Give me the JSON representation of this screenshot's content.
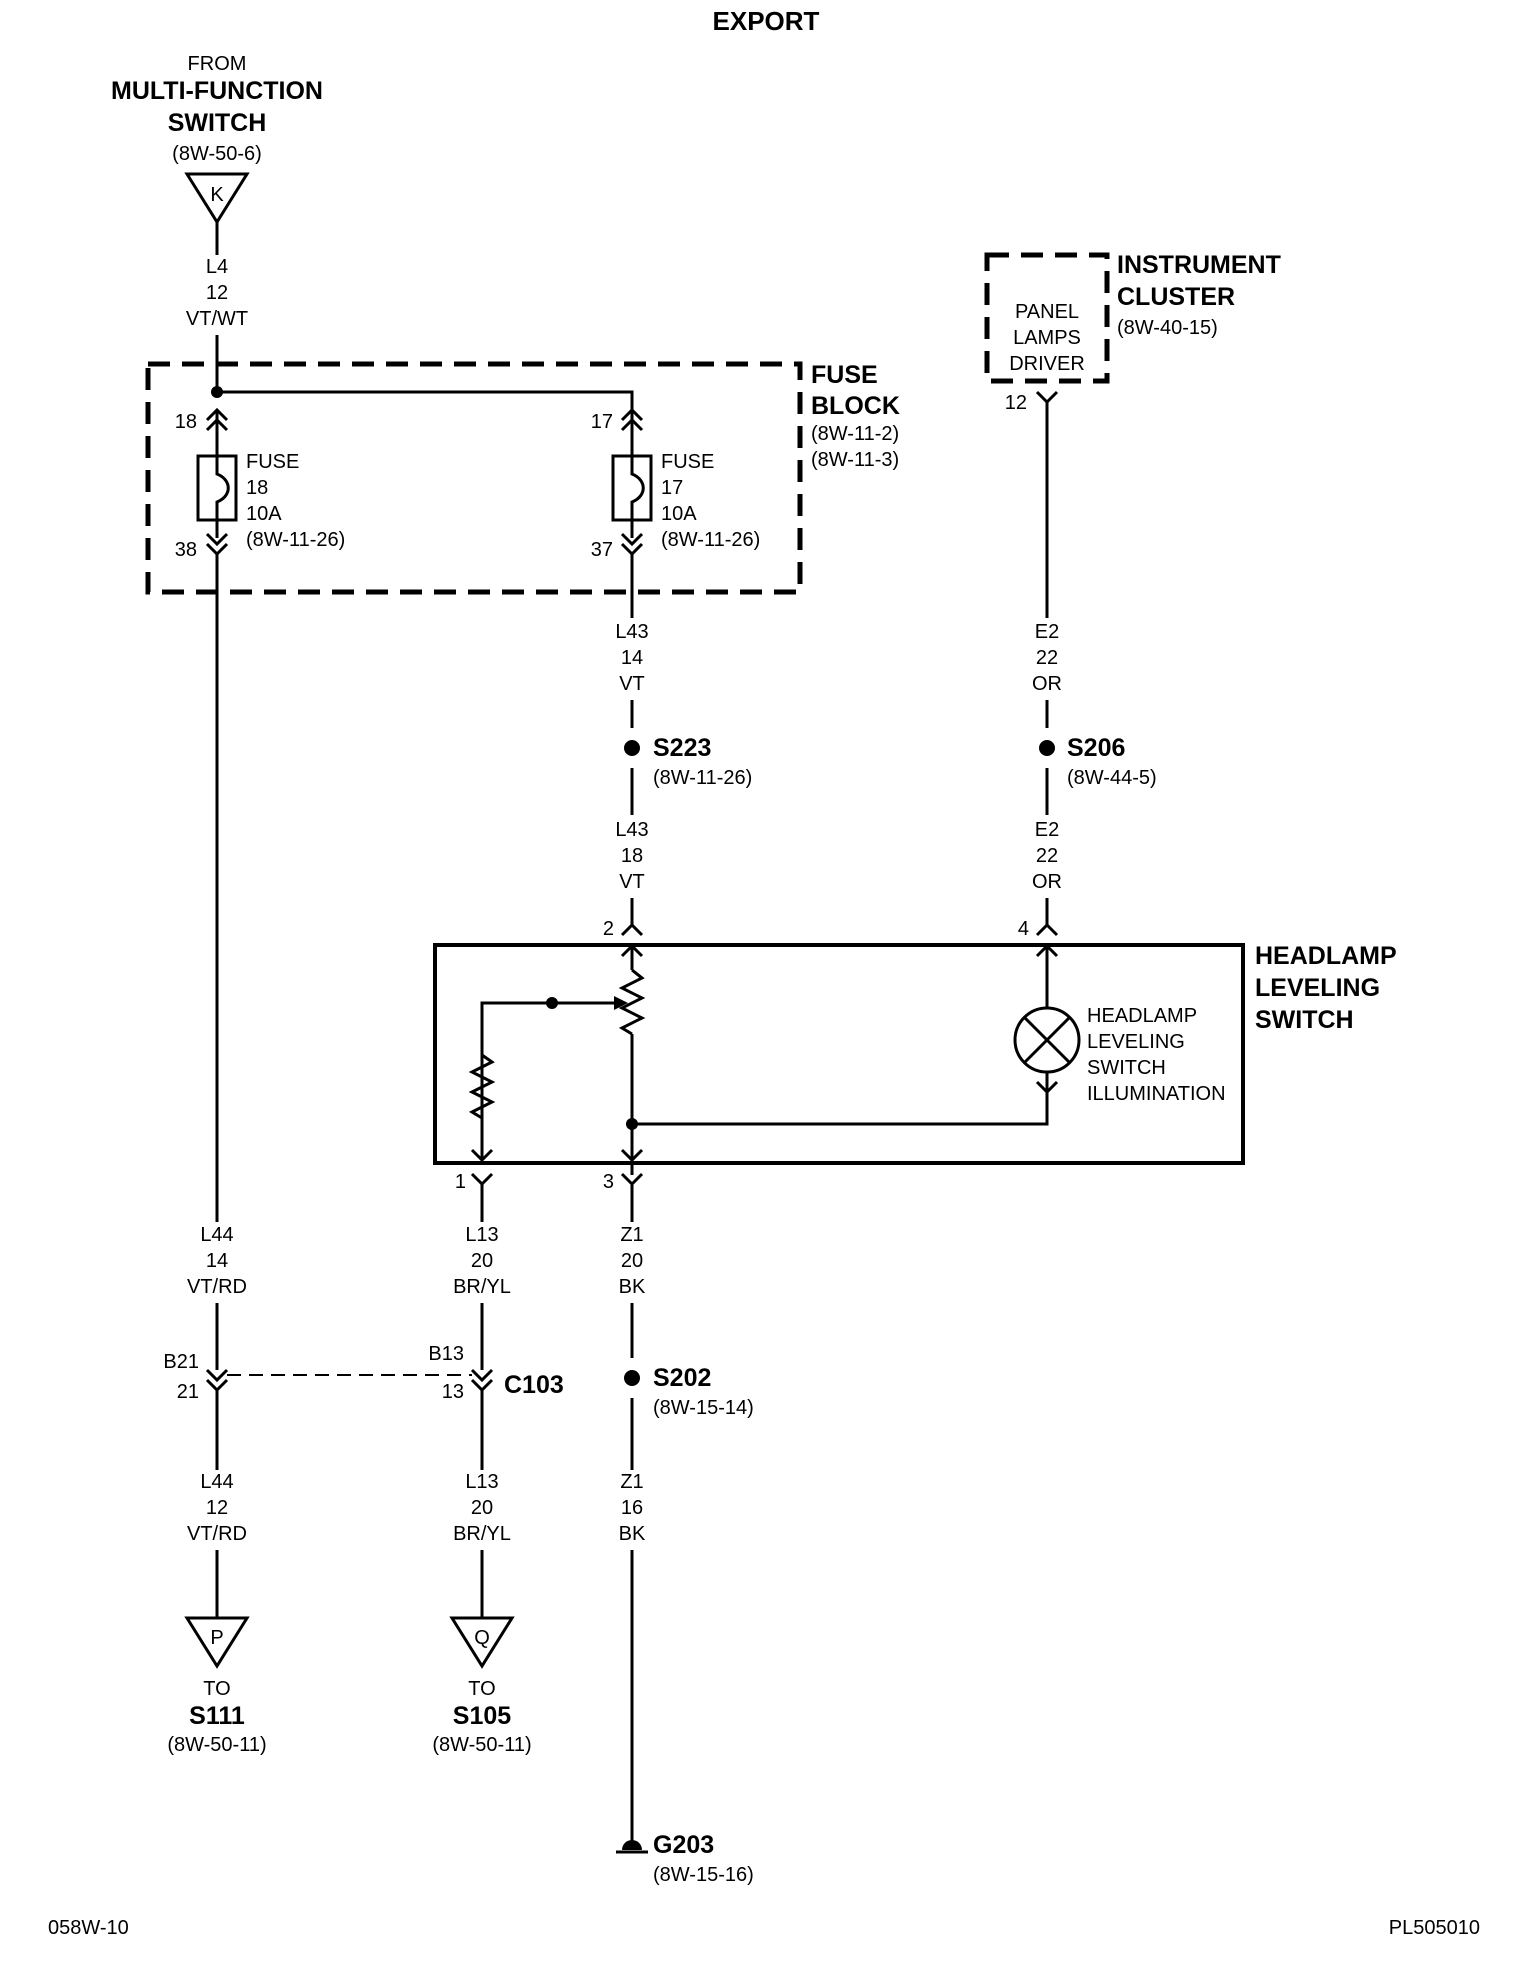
{
  "title": "EXPORT",
  "footer": {
    "left": "058W-10",
    "right": "PL505010"
  },
  "source": {
    "line1": "FROM",
    "line2": "MULTI-FUNCTION",
    "line3": "SWITCH",
    "ref": "(8W-50-6)",
    "conn_letter": "K"
  },
  "wire_top": {
    "circuit": "L4",
    "gauge": "12",
    "color": "VT/WT"
  },
  "fuse_block": {
    "name_line1": "FUSE",
    "name_line2": "BLOCK",
    "ref1": "(8W-11-2)",
    "ref2": "(8W-11-3)",
    "fuse_a": {
      "in_pin": "18",
      "out_pin": "38",
      "l1": "FUSE",
      "l2": "18",
      "l3": "10A",
      "ref": "(8W-11-26)"
    },
    "fuse_b": {
      "in_pin": "17",
      "out_pin": "37",
      "l1": "FUSE",
      "l2": "17",
      "l3": "10A",
      "ref": "(8W-11-26)"
    }
  },
  "instrument_cluster": {
    "name_line1": "INSTRUMENT",
    "name_line2": "CLUSTER",
    "ref": "(8W-40-15)",
    "inner1": "PANEL",
    "inner2": "LAMPS",
    "inner3": "DRIVER",
    "pin": "12"
  },
  "wire_l43_a": {
    "circuit": "L43",
    "gauge": "14",
    "color": "VT"
  },
  "splice_s223": {
    "name": "S223",
    "ref": "(8W-11-26)"
  },
  "wire_l43_b": {
    "circuit": "L43",
    "gauge": "18",
    "color": "VT"
  },
  "wire_e2_a": {
    "circuit": "E2",
    "gauge": "22",
    "color": "OR"
  },
  "splice_s206": {
    "name": "S206",
    "ref": "(8W-44-5)"
  },
  "wire_e2_b": {
    "circuit": "E2",
    "gauge": "22",
    "color": "OR"
  },
  "switch": {
    "name_line1": "HEADLAMP",
    "name_line2": "LEVELING",
    "name_line3": "SWITCH",
    "pin2": "2",
    "pin4": "4",
    "pin1": "1",
    "pin3": "3",
    "lamp1": "HEADLAMP",
    "lamp2": "LEVELING",
    "lamp3": "SWITCH",
    "lamp4": "ILLUMINATION"
  },
  "wire_l44_a": {
    "circuit": "L44",
    "gauge": "14",
    "color": "VT/RD"
  },
  "wire_l13_a": {
    "circuit": "L13",
    "gauge": "20",
    "color": "BR/YL"
  },
  "wire_z1_a": {
    "circuit": "Z1",
    "gauge": "20",
    "color": "BK"
  },
  "connector_c103": {
    "name": "C103",
    "l_pin_top": "B21",
    "l_pin_bottom": "21",
    "r_pin_top": "B13",
    "r_pin_bottom": "13"
  },
  "splice_s202": {
    "name": "S202",
    "ref": "(8W-15-14)"
  },
  "wire_l44_b": {
    "circuit": "L44",
    "gauge": "12",
    "color": "VT/RD"
  },
  "wire_l13_b": {
    "circuit": "L13",
    "gauge": "20",
    "color": "BR/YL"
  },
  "wire_z1_b": {
    "circuit": "Z1",
    "gauge": "16",
    "color": "BK"
  },
  "dest_p": {
    "letter": "P",
    "to": "TO",
    "name": "S111",
    "ref": "(8W-50-11)"
  },
  "dest_q": {
    "letter": "Q",
    "to": "TO",
    "name": "S105",
    "ref": "(8W-50-11)"
  },
  "ground": {
    "name": "G203",
    "ref": "(8W-15-16)"
  }
}
